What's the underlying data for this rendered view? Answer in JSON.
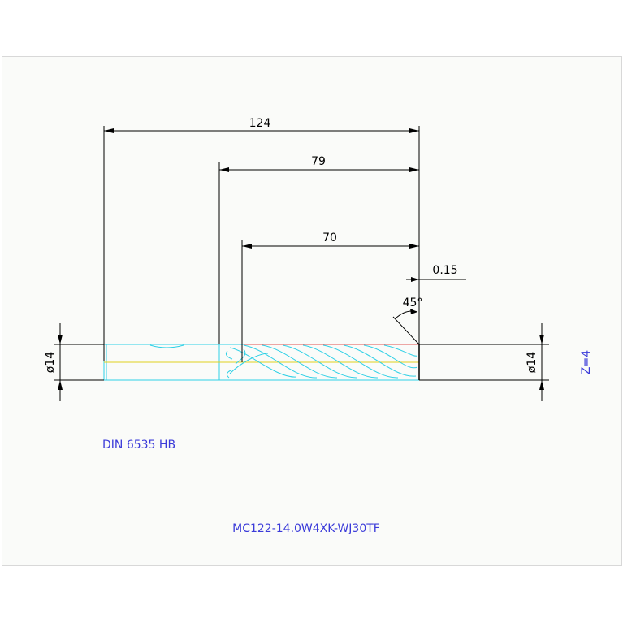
{
  "drawing": {
    "dimensions": {
      "overall_length": "124",
      "shank_to_tip": "79",
      "flute_length": "70",
      "corner_chamfer": "0.15",
      "chamfer_angle": "45°",
      "shank_diameter": "ø14",
      "cutting_diameter": "ø14"
    },
    "flute_count": "Z=4",
    "standard": "DIN 6535 HB",
    "part_number": "MC122-14.0W4XK-WJ30TF"
  },
  "colors": {
    "frame": "#d8d8d8",
    "outline": "#2fd0e6",
    "dimension": "#000000",
    "note": "#3b3bd9",
    "centerline": "#e0d020",
    "edge_red": "#e05050"
  }
}
